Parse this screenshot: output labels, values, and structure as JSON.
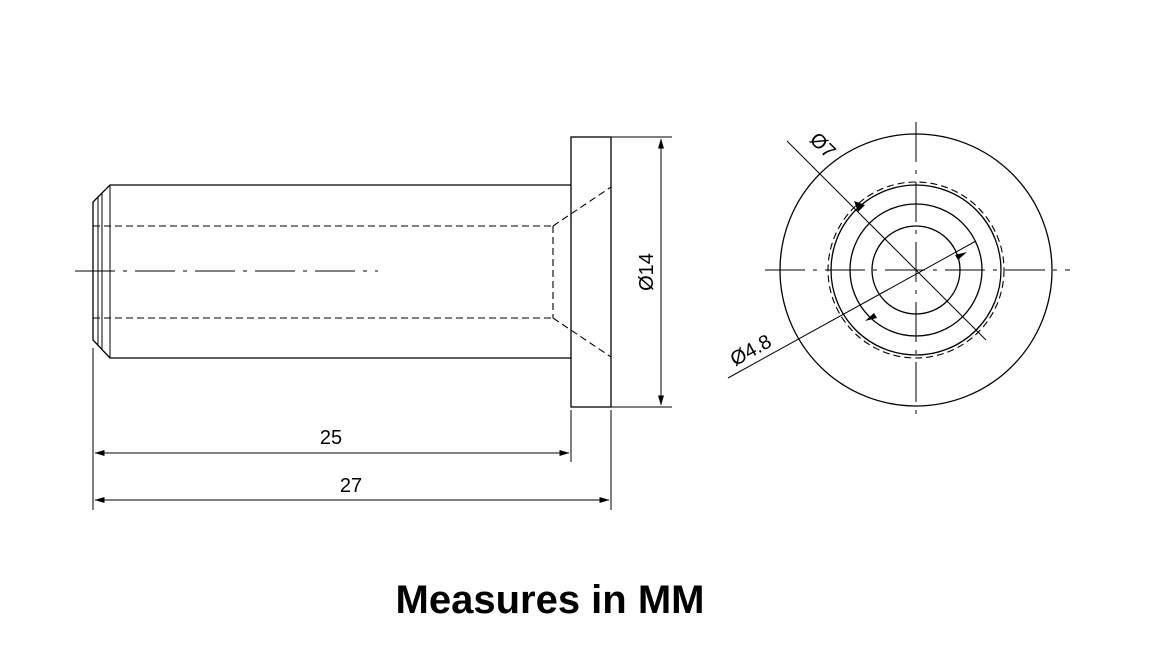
{
  "caption": "Measures in MM",
  "dimensions": {
    "length_shank": "25",
    "length_total": "27",
    "flange_diameter": "Ø14",
    "outer_diameter": "Ø7",
    "bore_diameter": "Ø4.8"
  }
}
